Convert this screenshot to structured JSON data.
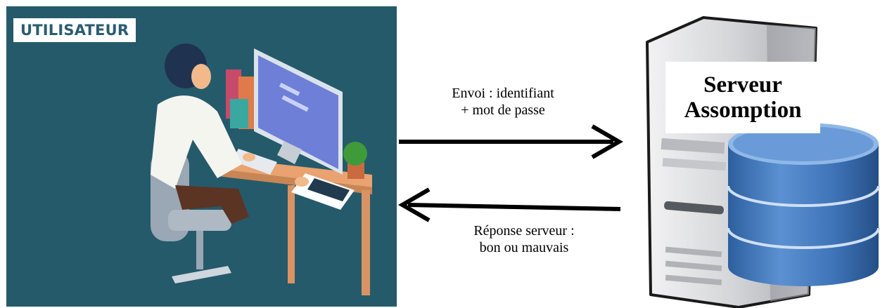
{
  "user_panel": {
    "badge": "UTILISATEUR",
    "background_color": "#255a6b"
  },
  "arrows": {
    "send": {
      "line1": "Envoi : identifiant",
      "line2": "+ mot de passe"
    },
    "response": {
      "line1": "Réponse serveur :",
      "line2": "bon ou mauvais"
    }
  },
  "server": {
    "line1": "Serveur",
    "line2": "Assomption"
  },
  "colors": {
    "database_blue": "#3f74b8",
    "tower_gray": "#cfd0d3"
  }
}
